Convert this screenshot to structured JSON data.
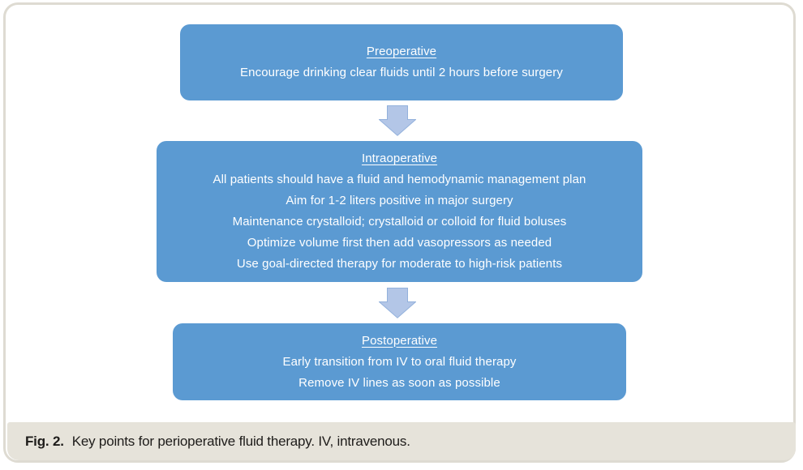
{
  "figure": {
    "caption": {
      "label": "Fig. 2.",
      "text": "Key points for perioperative fluid therapy. IV, intravenous."
    },
    "colors": {
      "box_fill": "#5b9ad2",
      "box_text": "#ffffff",
      "arrow_fill": "#b3c6e7",
      "arrow_stroke": "#93b1dc",
      "caption_bg": "#e6e3da",
      "caption_text": "#1e1c1a",
      "frame_border": "#dedbd2"
    }
  },
  "flowchart": {
    "boxes": [
      {
        "title": "Preoperative",
        "lines": [
          "Encourage drinking clear fluids until 2 hours before surgery"
        ]
      },
      {
        "title": "Intraoperative",
        "lines": [
          "All patients should have a fluid and hemodynamic management plan",
          "Aim for 1-2 liters positive in major surgery",
          "Maintenance crystalloid; crystalloid or colloid for fluid boluses",
          "Optimize volume first then add vasopressors as needed",
          "Use goal-directed therapy for moderate to high-risk patients"
        ]
      },
      {
        "title": "Postoperative",
        "lines": [
          "Early transition from IV to oral fluid therapy",
          "Remove IV lines as soon as possible"
        ]
      }
    ]
  }
}
